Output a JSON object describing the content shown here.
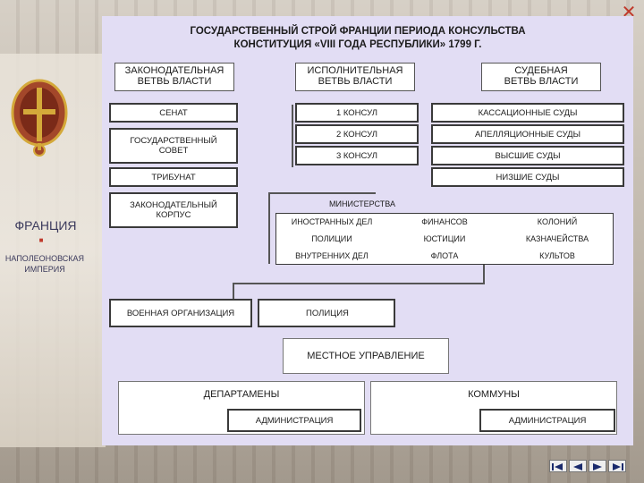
{
  "title": {
    "line1": "ГОСУДАРСТВЕННЫЙ СТРОЙ ФРАНЦИИ ПЕРИОДА КОНСУЛЬСТВА",
    "line2": "КОНСТИТУЦИЯ «VIII ГОДА РЕСПУБЛИКИ» 1799 Г."
  },
  "sidebar": {
    "country": "ФРАНЦИЯ",
    "bullet": "■",
    "empire_line1": "НАПОЛЕОНОВСКАЯ",
    "empire_line2": "ИМПЕРИЯ"
  },
  "branches": {
    "legislative": {
      "line1": "ЗАКОНОДАТЕЛЬНАЯ",
      "line2": "ВЕТВЬ ВЛАСТИ"
    },
    "executive": {
      "line1": "ИСПОЛНИТЕЛЬНАЯ",
      "line2": "ВЕТВЬ ВЛАСТИ"
    },
    "judicial": {
      "line1": "СУДЕБНАЯ",
      "line2": "ВЕТВЬ ВЛАСТИ"
    }
  },
  "legislative": {
    "senate": "СЕНАТ",
    "state_council_line1": "ГОСУДАРСТВЕННЫЙ",
    "state_council_line2": "СОВЕТ",
    "tribunate": "ТРИБУНАТ",
    "corps_line1": "ЗАКОНОДАТЕЛЬНЫЙ",
    "corps_line2": "КОРПУС"
  },
  "executive": {
    "consul1": "1 КОНСУЛ",
    "consul2": "2 КОНСУЛ",
    "consul3": "3 КОНСУЛ"
  },
  "judicial": {
    "cassation": "КАССАЦИОННЫЕ СУДЫ",
    "appeal": "АПЕЛЛЯЦИОННЫЕ СУДЫ",
    "higher": "ВЫСШИЕ СУДЫ",
    "lower": "НИЗШИЕ СУДЫ"
  },
  "ministries": {
    "label": "МИНИСТЕРСТВА",
    "row1": [
      "ИНОСТРАННЫХ ДЕЛ",
      "ФИНАНСОВ",
      "КОЛОНИЙ"
    ],
    "row2": [
      "ПОЛИЦИИ",
      "ЮСТИЦИИ",
      "КАЗНАЧЕЙСТВА"
    ],
    "row3": [
      "ВНУТРЕННИХ ДЕЛ",
      "ФЛОТА",
      "КУЛЬТОВ"
    ]
  },
  "military": "ВОЕННАЯ ОРГАНИЗАЦИЯ",
  "police": "ПОЛИЦИЯ",
  "local": "МЕСТНОЕ УПРАВЛЕНИЕ",
  "departments": {
    "label": "ДЕПАРТАМЕНЫ",
    "admin": "АДМИНИСТРАЦИЯ"
  },
  "communes": {
    "label": "КОММУНЫ",
    "admin": "АДМИНИСТРАЦИЯ"
  },
  "nav": {
    "close_symbol": "✕"
  },
  "colors": {
    "panel": "#e2ddf4",
    "box_border": "#3a3a3a",
    "accent": "#c0392b"
  }
}
